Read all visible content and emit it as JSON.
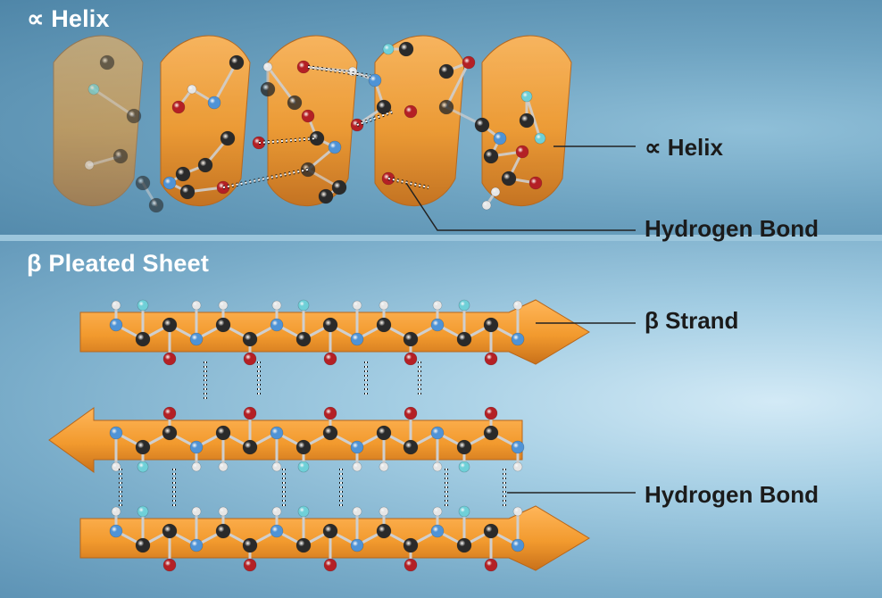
{
  "helix": {
    "title": "∝ Helix",
    "label_helix": "∝ Helix",
    "label_bond": "Hydrogen Bond"
  },
  "sheet": {
    "title": "β Pleated Sheet",
    "label_strand": "β Strand",
    "label_bond": "Hydrogen Bond"
  },
  "colors": {
    "ribbon": "#f29a2e",
    "ribbon_dark": "#c9711a",
    "carbon": "#2a2a2a",
    "nitrogen": "#4f93d6",
    "oxygen": "#b42025",
    "hydrogen": "#e6e6e6",
    "side_chain": "#6fd0d8",
    "label_text": "#1b1b1b",
    "title_text": "#ffffff"
  }
}
